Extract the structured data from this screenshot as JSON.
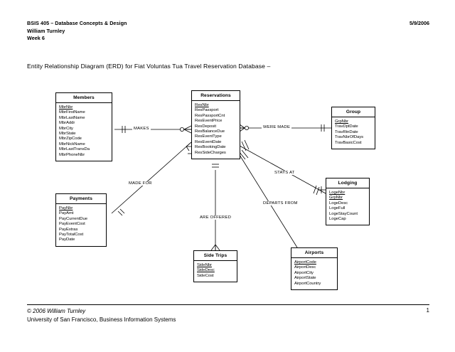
{
  "header": {
    "course": "BSIS 405 – Database Concepts & Design",
    "author": "William Turnley",
    "week": "Week 6",
    "date": "5/9/2006"
  },
  "title": "Entity Relationship Diagram (ERD) for Fiat Voluntas Tua Travel Reservation Database –",
  "footer": {
    "copyright": "© 2006 William Turnley",
    "institution": "University of San Francisco, Business Information Systems",
    "page_number": "1"
  },
  "erd": {
    "entities": [
      {
        "id": "members",
        "name": "Members",
        "attributes": [
          {
            "label": "MbrNbr",
            "key": true
          },
          {
            "label": "MbrFirstName",
            "key": false
          },
          {
            "label": "MbrLastName",
            "key": false
          },
          {
            "label": "MbrAddr",
            "key": false
          },
          {
            "label": "MbrCity",
            "key": false
          },
          {
            "label": "MbrState",
            "key": false
          },
          {
            "label": "MbrZipCode",
            "key": false
          },
          {
            "label": "MbrNickName",
            "key": false
          },
          {
            "label": "MbrLastTransDa",
            "key": false
          },
          {
            "label": "MbrPhoneNbr",
            "key": false
          }
        ]
      },
      {
        "id": "reservations",
        "name": "Reservations",
        "attributes": [
          {
            "label": "ResNbr",
            "key": true
          },
          {
            "label": "ResPassport",
            "key": false
          },
          {
            "label": "ResPassportCnt",
            "key": false
          },
          {
            "label": "ResEventPrice",
            "key": false
          },
          {
            "label": "ResDeposit",
            "key": false
          },
          {
            "label": "ResBalanceDue",
            "key": false
          },
          {
            "label": "ResEventType",
            "key": false
          },
          {
            "label": "ResEventDate",
            "key": false
          },
          {
            "label": "ResBookingDate",
            "key": false
          },
          {
            "label": "ResSideCharges",
            "key": false
          }
        ]
      },
      {
        "id": "group",
        "name": "Group",
        "attributes": [
          {
            "label": "GrpNbr",
            "key": true
          },
          {
            "label": "TravDptDate",
            "key": false
          },
          {
            "label": "TravRtnDate",
            "key": false
          },
          {
            "label": "TravNbrOfDays",
            "key": false
          },
          {
            "label": "TravBasicCost",
            "key": false
          }
        ]
      },
      {
        "id": "lodging",
        "name": "Lodging",
        "attributes": [
          {
            "label": "LogeNbr",
            "key": true
          },
          {
            "label": "GrpNbr",
            "key": true
          },
          {
            "label": "LogeDesc",
            "key": false
          },
          {
            "label": "LogeFull",
            "key": false
          },
          {
            "label": "LogeStayCount",
            "key": false
          },
          {
            "label": "LogeCap",
            "key": false
          }
        ]
      },
      {
        "id": "payments",
        "name": "Payments",
        "attributes": [
          {
            "label": "PayNbr",
            "key": true
          },
          {
            "label": "PayAmt",
            "key": false
          },
          {
            "label": "PayCurrentDue",
            "key": false
          },
          {
            "label": "PayEventCost",
            "key": false
          },
          {
            "label": "PayExtras",
            "key": false
          },
          {
            "label": "PayTotalCost",
            "key": false
          },
          {
            "label": "PayDate",
            "key": false
          }
        ]
      },
      {
        "id": "sidetrips",
        "name": "Side Trips",
        "attributes": [
          {
            "label": "SideNbr",
            "key": true
          },
          {
            "label": "SideDesc",
            "key": true
          },
          {
            "label": "SideCost",
            "key": false
          }
        ]
      },
      {
        "id": "airports",
        "name": "Airports",
        "attributes": [
          {
            "label": "AirportCode",
            "key": true
          },
          {
            "label": "AirportDesc",
            "key": false
          },
          {
            "label": "AirportCity",
            "key": false
          },
          {
            "label": "AirportState",
            "key": false
          },
          {
            "label": "AirportCountry",
            "key": false
          }
        ]
      }
    ],
    "relationships": [
      {
        "id": "makes",
        "label": "MAKES",
        "from": "members",
        "to": "reservations"
      },
      {
        "id": "were-made",
        "label": "WERE MADE",
        "from": "reservations",
        "to": "group"
      },
      {
        "id": "made-for",
        "label": "MADE FOR",
        "from": "payments",
        "to": "reservations"
      },
      {
        "id": "stays-at",
        "label": "STAYS AT",
        "from": "reservations",
        "to": "lodging"
      },
      {
        "id": "departs-from",
        "label": "DEPARTS FROM",
        "from": "reservations",
        "to": "airports"
      },
      {
        "id": "are-offered",
        "label": "ARE OFFERED",
        "from": "reservations",
        "to": "sidetrips"
      }
    ]
  }
}
